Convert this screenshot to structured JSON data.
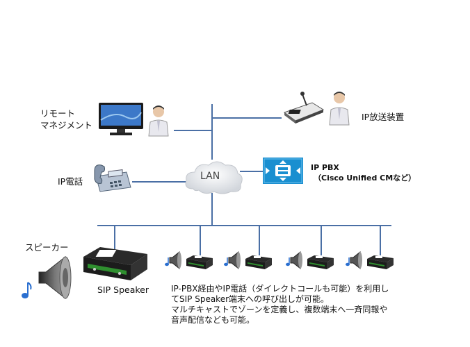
{
  "nodes": {
    "remote_management": {
      "line1": "リモート",
      "line2": "マネジメント"
    },
    "ip_broadcast": {
      "label": "IP放送装置"
    },
    "lan": {
      "label": "LAN"
    },
    "ip_pbx": {
      "line1": "IP PBX",
      "line2": "（Cisco Unified CMなど）"
    },
    "ip_phone": {
      "label": "IP電話"
    },
    "speaker": {
      "label": "スピーカー"
    },
    "sip_speaker": {
      "label": "SIP Speaker"
    }
  },
  "description": {
    "lines": [
      "IP-PBX経由やIP電話（ダイレクトコールも可能）を利用し",
      "てSIP Speaker端末への呼び出しが可能。",
      "マルチキャストでゾーンを定義し、複数端末へ一斉同報や",
      "音声配信なども可能。"
    ]
  },
  "colors": {
    "network_line": "#4a6fa5",
    "pbx_blue": "#1a8fd0",
    "device_green": "#2f8f2f"
  },
  "icons": [
    "monitor-icon",
    "person-icon",
    "console-icon",
    "cloud-icon",
    "pbx-icon",
    "phone-icon",
    "speaker-icon",
    "music-note-icon",
    "sip-device-icon"
  ]
}
